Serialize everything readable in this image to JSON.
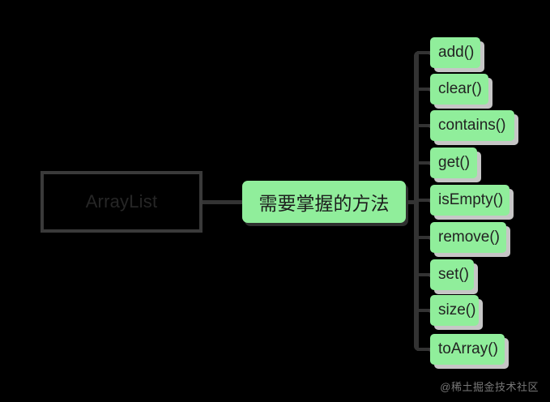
{
  "diagram": {
    "type": "mind-map",
    "background_color": "#000000",
    "root": {
      "label": "ArrayList",
      "border_color": "#3a3a3a",
      "text_color": "#262626"
    },
    "branch": {
      "label": "需要掌握的方法",
      "fill_color": "#90ee9b",
      "text_color": "#1d1d1d"
    },
    "leaves": [
      {
        "label": "add()",
        "width": 62
      },
      {
        "label": "clear()",
        "width": 72
      },
      {
        "label": "contains()",
        "width": 104
      },
      {
        "label": "get()",
        "width": 58
      },
      {
        "label": "isEmpty()",
        "width": 98
      },
      {
        "label": "remove()",
        "width": 94
      },
      {
        "label": "set()",
        "width": 54
      },
      {
        "label": "size()",
        "width": 60
      },
      {
        "label": "toArray()",
        "width": 92
      }
    ],
    "leaf_fill_color": "#90ee9b",
    "leaf_shadow_color": "#c6c6c6",
    "connector_color": "#333333"
  },
  "watermark": {
    "text": "@稀土掘金技术社区"
  }
}
